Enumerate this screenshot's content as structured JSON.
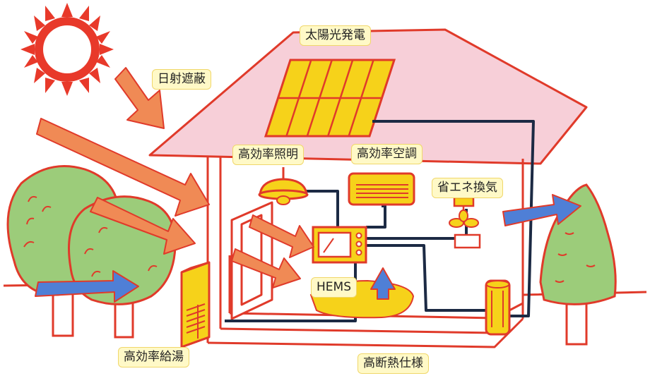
{
  "labels": {
    "solar": "太陽光発電",
    "shading": "日射遮蔽",
    "lighting": "高効率照明",
    "air_conditioning": "高効率空調",
    "ventilation": "省エネ換気",
    "hems": "HEMS",
    "water_heating": "高効率給湯",
    "insulation": "高断熱仕様"
  },
  "colors": {
    "outline": "#e03a2a",
    "roof": "#f7cfd8",
    "panel": "#f6d21a",
    "tree": "#9ccc7a",
    "warm_arrow": "#f08a55",
    "cool_arrow": "#4f7fd6",
    "wire": "#1c2a44",
    "label_bg": "#fff9c7"
  }
}
